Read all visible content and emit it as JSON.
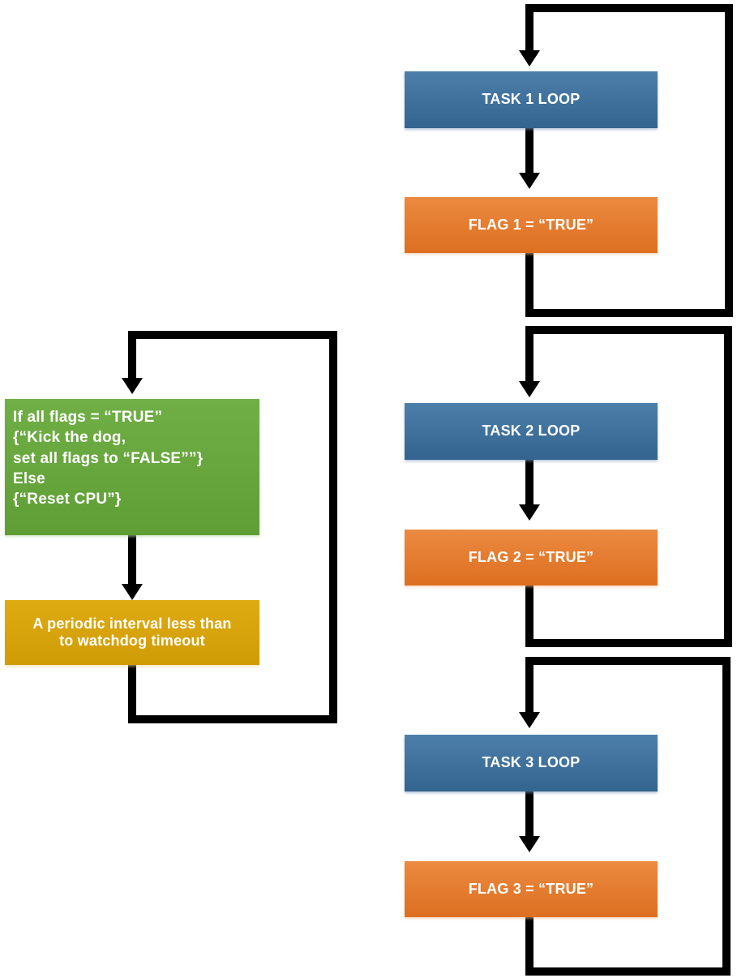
{
  "diagram": {
    "title": "Multi-task watchdog flag flowchart",
    "colors": {
      "task_blue": "#3a6d9a",
      "flag_orange": "#e2792d",
      "decision_green": "#68a63e",
      "timer_gold": "#d5a10c",
      "connector_black": "#000000",
      "background": "#ffffff",
      "text_white": "#ffffff"
    },
    "nodes": {
      "task1": {
        "label": "TASK 1 LOOP"
      },
      "flag1": {
        "label": "FLAG 1 = “TRUE”"
      },
      "task2": {
        "label": "TASK 2 LOOP"
      },
      "flag2": {
        "label": "FLAG 2 = “TRUE”"
      },
      "task3": {
        "label": "TASK 3 LOOP"
      },
      "flag3": {
        "label": "FLAG 3 = “TRUE”"
      },
      "decision": {
        "label": "If all flags = “TRUE”\n{“Kick the dog,\n  set all flags to “FALSE””}\nElse\n{“Reset CPU”}",
        "lines": [
          "If all flags = “TRUE”",
          "{“Kick the dog,",
          "  set all flags to “FALSE””}",
          "Else",
          "{“Reset CPU”}"
        ]
      },
      "timer": {
        "label": "A periodic interval less than\nto watchdog timeout",
        "lines": [
          "A periodic interval less than",
          "to watchdog timeout"
        ]
      }
    },
    "loops": [
      {
        "name": "task-1-loop",
        "from": "flag1",
        "to": "task1"
      },
      {
        "name": "task-2-loop",
        "from": "flag2",
        "to": "task2"
      },
      {
        "name": "task-3-loop",
        "from": "flag3",
        "to": "task3"
      },
      {
        "name": "watchdog-loop",
        "from": "timer",
        "to": "decision"
      }
    ]
  }
}
